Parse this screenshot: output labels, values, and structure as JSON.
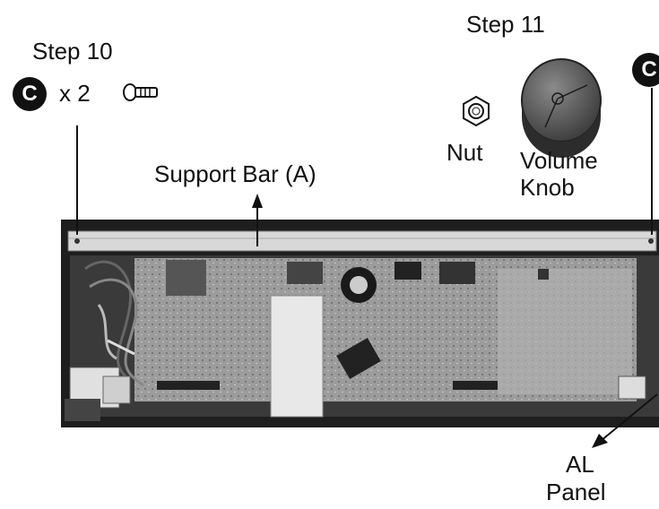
{
  "step10": {
    "title": "Step 10",
    "badge": "C",
    "qty": "x 2"
  },
  "step11": {
    "title": "Step 11",
    "badge": "C",
    "nut_label": "Nut",
    "knob_label_1": "Volume",
    "knob_label_2": "Knob"
  },
  "callouts": {
    "support_bar": "Support Bar (A)",
    "al_panel_1": "AL",
    "al_panel_2": "Panel"
  }
}
